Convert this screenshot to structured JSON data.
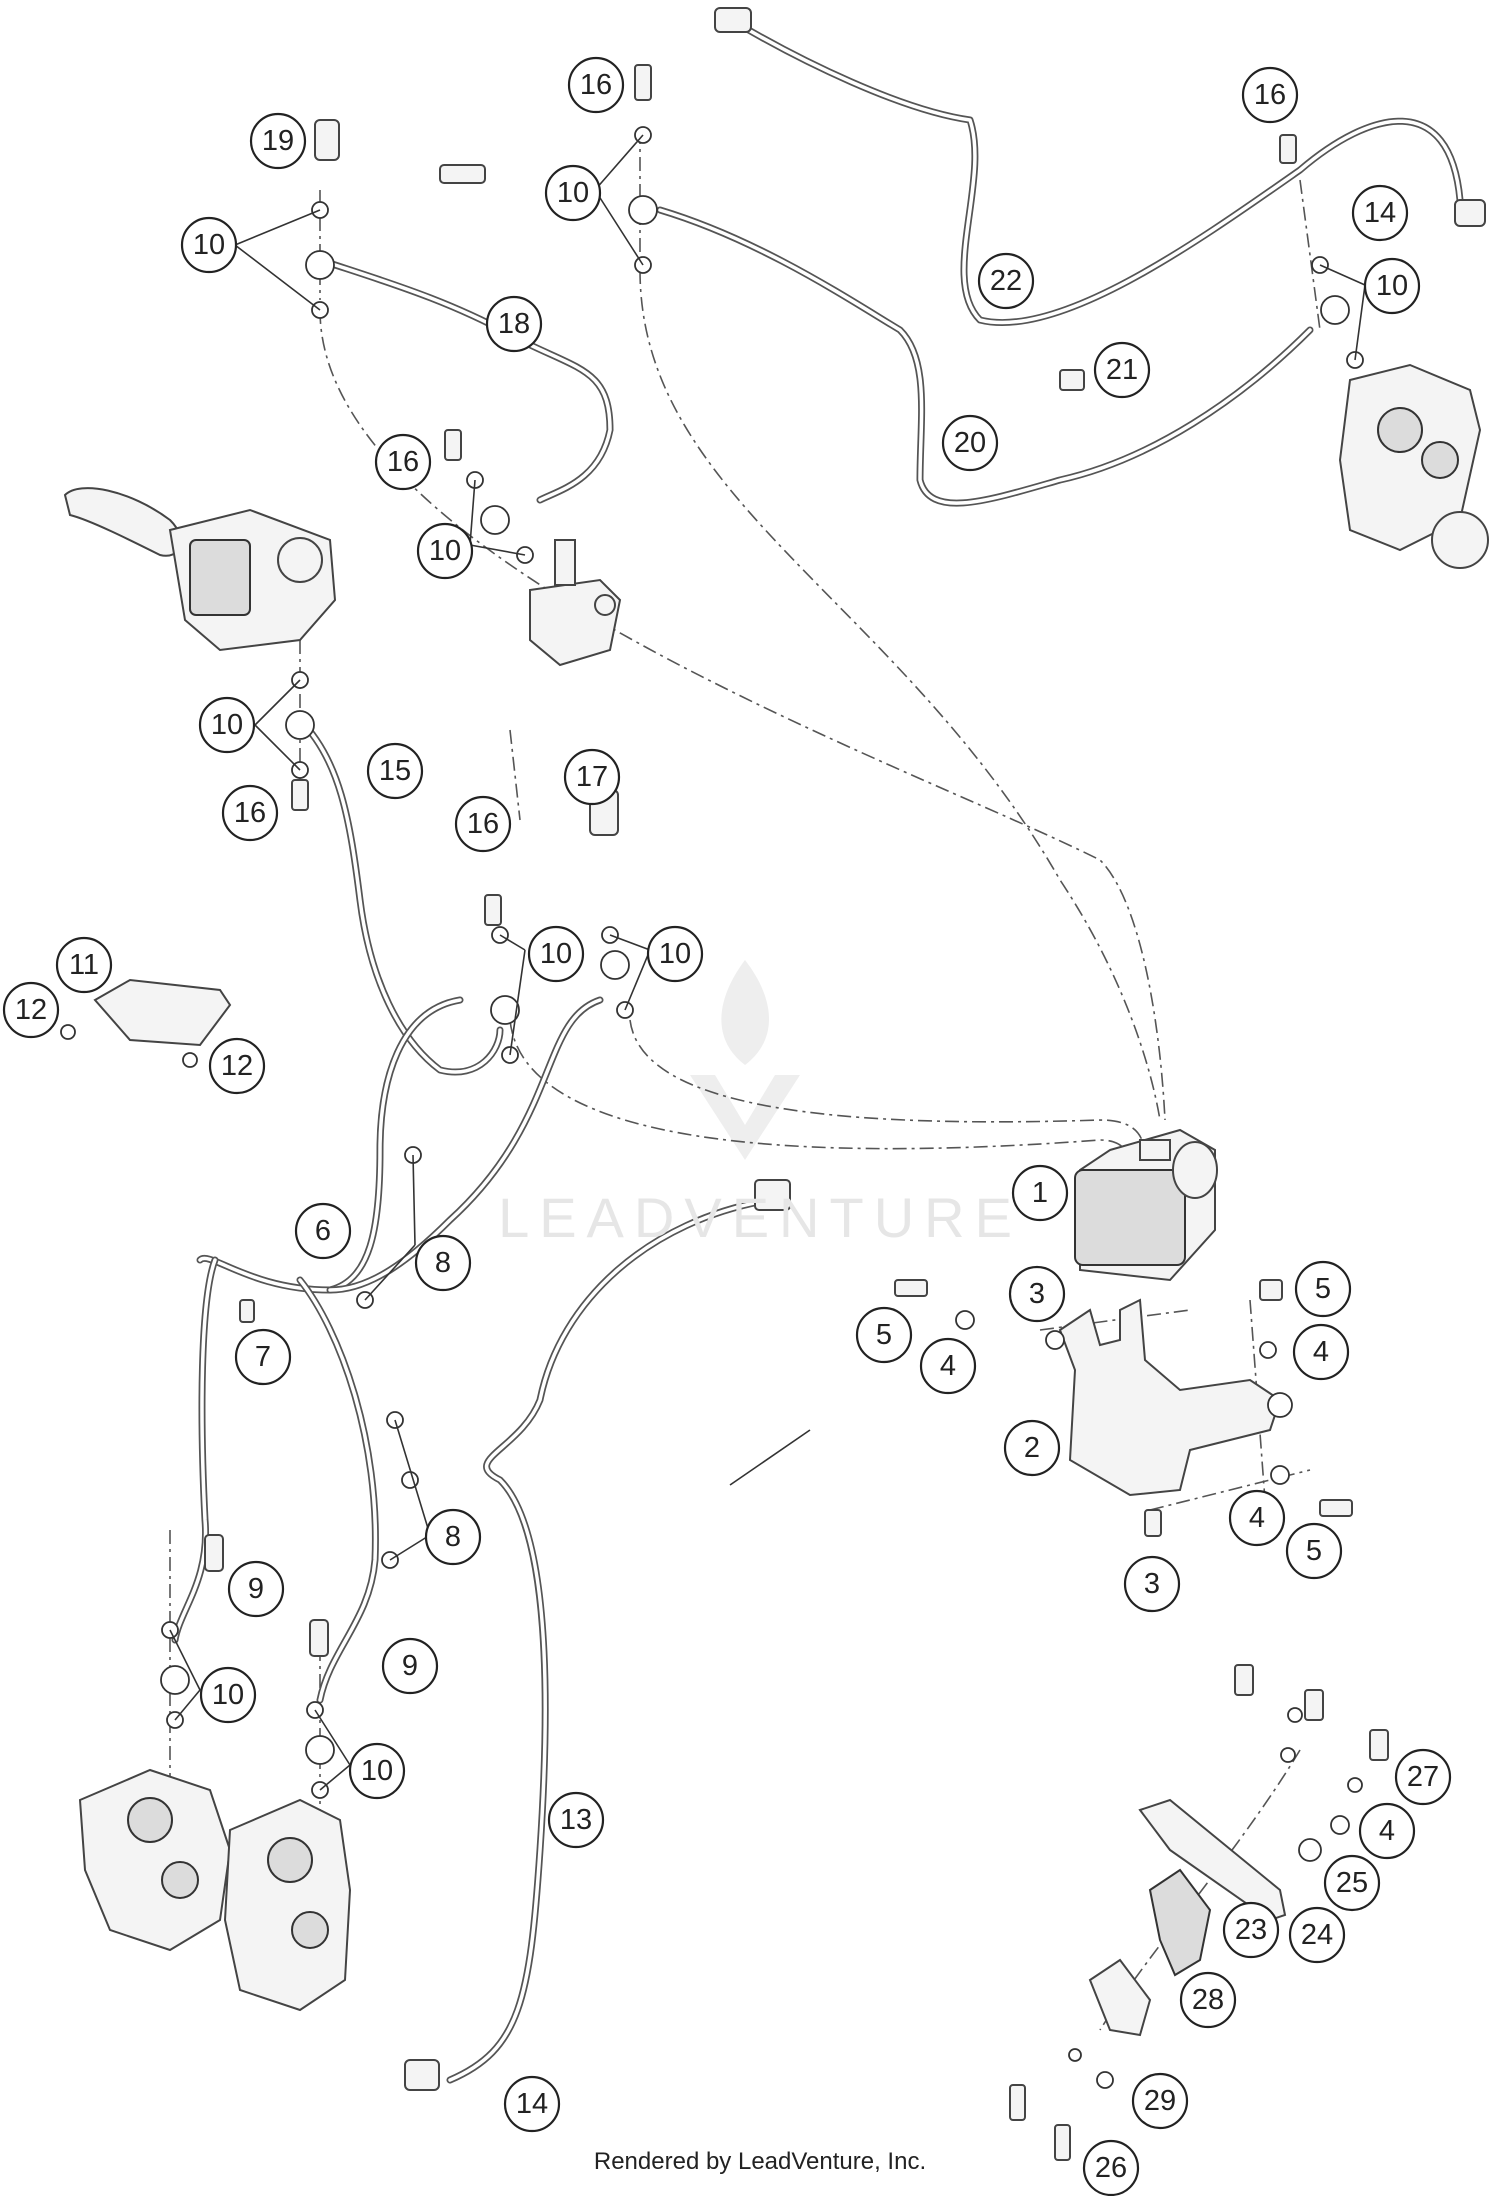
{
  "diagram": {
    "watermark": "LEADVENTURE",
    "footer": "Rendered by LeadVenture, Inc.",
    "callouts": [
      {
        "id": "c1",
        "label": "1"
      },
      {
        "id": "c2",
        "label": "2"
      },
      {
        "id": "c3a",
        "label": "3"
      },
      {
        "id": "c3b",
        "label": "3"
      },
      {
        "id": "c4a",
        "label": "4"
      },
      {
        "id": "c4b",
        "label": "4"
      },
      {
        "id": "c4c",
        "label": "4"
      },
      {
        "id": "c4d",
        "label": "4"
      },
      {
        "id": "c5a",
        "label": "5"
      },
      {
        "id": "c5b",
        "label": "5"
      },
      {
        "id": "c5c",
        "label": "5"
      },
      {
        "id": "c6",
        "label": "6"
      },
      {
        "id": "c7",
        "label": "7"
      },
      {
        "id": "c8a",
        "label": "8"
      },
      {
        "id": "c8b",
        "label": "8"
      },
      {
        "id": "c9a",
        "label": "9"
      },
      {
        "id": "c9b",
        "label": "9"
      },
      {
        "id": "c10a",
        "label": "10"
      },
      {
        "id": "c10b",
        "label": "10"
      },
      {
        "id": "c10c",
        "label": "10"
      },
      {
        "id": "c10d",
        "label": "10"
      },
      {
        "id": "c10e",
        "label": "10"
      },
      {
        "id": "c10f",
        "label": "10"
      },
      {
        "id": "c10g",
        "label": "10"
      },
      {
        "id": "c10h",
        "label": "10"
      },
      {
        "id": "c10i",
        "label": "10"
      },
      {
        "id": "c11",
        "label": "11"
      },
      {
        "id": "c12a",
        "label": "12"
      },
      {
        "id": "c12b",
        "label": "12"
      },
      {
        "id": "c13",
        "label": "13"
      },
      {
        "id": "c14a",
        "label": "14"
      },
      {
        "id": "c14b",
        "label": "14"
      },
      {
        "id": "c15",
        "label": "15"
      },
      {
        "id": "c16a",
        "label": "16"
      },
      {
        "id": "c16b",
        "label": "16"
      },
      {
        "id": "c16c",
        "label": "16"
      },
      {
        "id": "c16d",
        "label": "16"
      },
      {
        "id": "c16e",
        "label": "16"
      },
      {
        "id": "c17",
        "label": "17"
      },
      {
        "id": "c18",
        "label": "18"
      },
      {
        "id": "c19",
        "label": "19"
      },
      {
        "id": "c20",
        "label": "20"
      },
      {
        "id": "c21",
        "label": "21"
      },
      {
        "id": "c22",
        "label": "22"
      },
      {
        "id": "c23",
        "label": "23"
      },
      {
        "id": "c24",
        "label": "24"
      },
      {
        "id": "c25",
        "label": "25"
      },
      {
        "id": "c26",
        "label": "26"
      },
      {
        "id": "c27",
        "label": "27"
      },
      {
        "id": "c28",
        "label": "28"
      },
      {
        "id": "c29",
        "label": "29"
      }
    ]
  }
}
